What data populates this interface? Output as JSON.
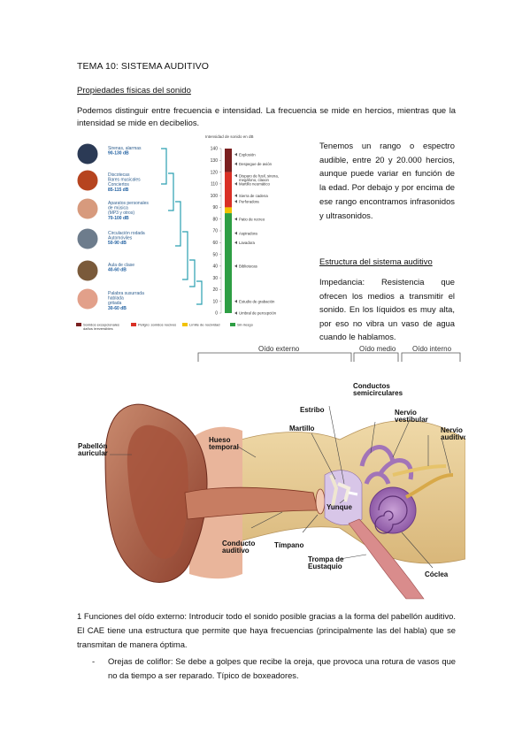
{
  "title": "TEMA 10: SISTEMA AUDITIVO",
  "section1": "Propiedades físicas del sonido",
  "intro": "Podemos distinguir entre frecuencia e intensidad. La frecuencia se mide en hercios, mientras que la intensidad se mide en decibelios.",
  "spectrum_text": "Tenemos un rango o espectro audible, entre 20 y 20.000 hercios, aunque puede variar en función de la edad. Por debajo y por encima de ese rango encontramos infrasonidos y ultrasonidos.",
  "section2": "Estructura del sistema auditivo",
  "impedance_text": "Impedancia: Resistencia que ofrecen los medios a transmitir el sonido. En los líquidos es muy alta, por eso no vibra un vaso de agua cuando le hablamos.",
  "outer_ear_text": "1 Funciones del oído externo: Introducir todo el sonido posible gracias a la forma del pabellón auditivo. El CAE tiene una estructura que permite que haya frecuencias (principalmente las del habla) que se transmitan de manera óptima.",
  "bullet_dash": "-",
  "bullet_text": "Orejas de coliflor: Se debe a golpes que recibe la oreja, que provoca una rotura de vasos que no da tiempo a ser reparado. Típico de boxeadores.",
  "sound_chart": {
    "scale_title": "Intensidad de sonido en dB",
    "scale_ticks": [
      "140",
      "130",
      "120",
      "110",
      "100",
      "90",
      "80",
      "70",
      "60",
      "50",
      "40",
      "30",
      "20",
      "10",
      "0"
    ],
    "sources": [
      {
        "label": "Sirenas, alarmas",
        "range": "90-130 dB"
      },
      {
        "label": "Discotecas\nBares musicales\nConciertos",
        "range": "85-115 dB"
      },
      {
        "label": "Aparatos personales\nde música\n(MP3 y otros)",
        "range": "70-100 dB"
      },
      {
        "label": "Circulación rodada\nAutomóviles",
        "range": "50-90 dB"
      },
      {
        "label": "Aula de clase",
        "range": "40-60 dB"
      },
      {
        "label": "Palabra susurrada\nhablada\ngritada",
        "range": "30-60 dB"
      }
    ],
    "markers": [
      {
        "db": 135,
        "label": "Explosión"
      },
      {
        "db": 127,
        "label": "Despegue de avión"
      },
      {
        "db": 117,
        "label": "Disparo de fusil, sirena,\nmegáfono, claxon"
      },
      {
        "db": 110,
        "label": "Martillo neumático"
      },
      {
        "db": 100,
        "label": "Sierra de cadena"
      },
      {
        "db": 95,
        "label": "Perforadora"
      },
      {
        "db": 80,
        "label": "Patio de recreo"
      },
      {
        "db": 68,
        "label": "Aspiradora"
      },
      {
        "db": 60,
        "label": "Lavadora"
      },
      {
        "db": 40,
        "label": "Bibliotecas"
      },
      {
        "db": 10,
        "label": "Estudio de grabación"
      },
      {
        "db": 0,
        "label": "Umbral de percepción"
      }
    ],
    "legend": [
      {
        "label": "Sonidos excepcionales\ndaños irreversibles",
        "color": "#7a1f1f"
      },
      {
        "label": "Peligro: sonidos nocivos",
        "color": "#d93025"
      },
      {
        "label": "Límite de nocividad",
        "color": "#f2c200"
      },
      {
        "label": "Sin riesgo",
        "color": "#2e9e44"
      }
    ]
  },
  "ear_diagram": {
    "regions": [
      "Oído externo",
      "Oído medio",
      "Oído interno"
    ],
    "labels": {
      "pabellon": "Pabellón\nauricular",
      "hueso": "Hueso\ntemporal",
      "conducto": "Conducto\nauditivo",
      "timpano": "Tímpano",
      "estribo": "Estribo",
      "martillo": "Martillo",
      "yunque": "Yunque",
      "conductos": "Conductos\nsemicirculares",
      "nervio_vest": "Nervio\nvestibular",
      "nervio_aud": "Nervio\nauditivo",
      "trompa": "Trompa de\nEustaquio",
      "coclea": "Cóclea"
    }
  }
}
